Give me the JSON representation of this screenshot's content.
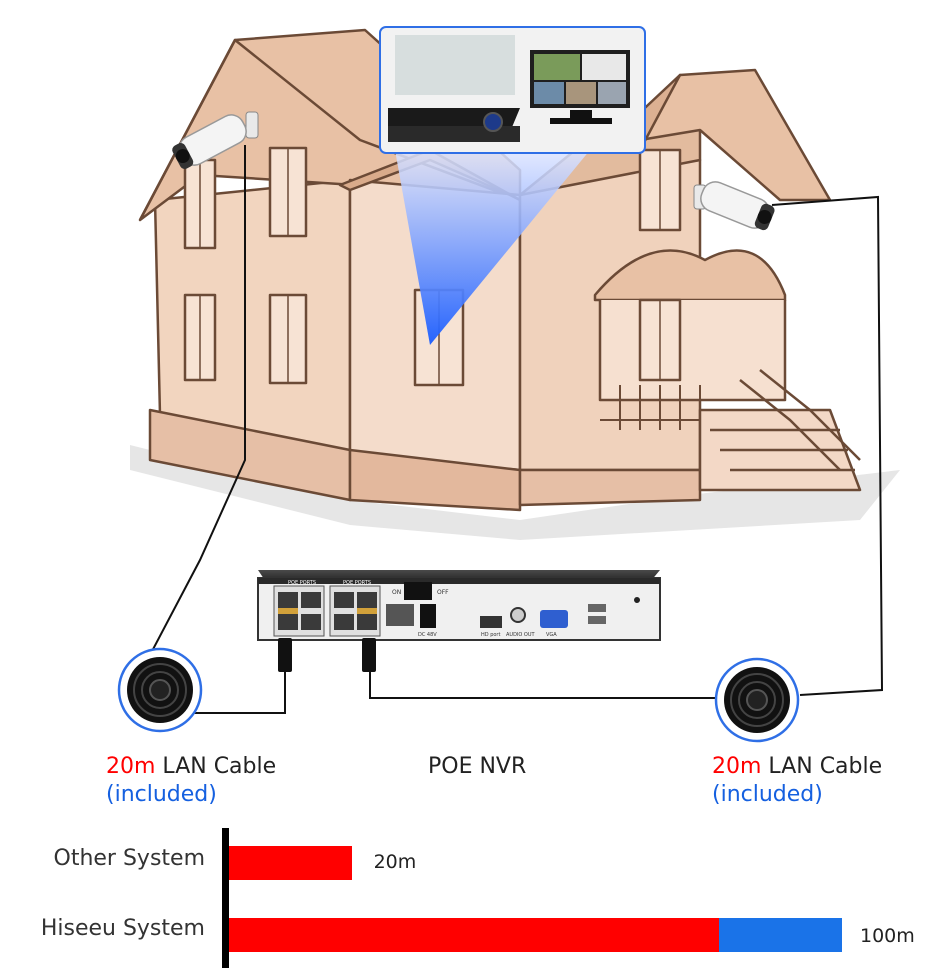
{
  "nvr_panel": {
    "poe_ports_label_1": "POE PORTS",
    "poe_ports_label_2": "POE PORTS",
    "on_label": "ON",
    "off_label": "OFF",
    "dc_label": "DC 48V",
    "hdmi_label": "HD port",
    "audio_label": "AUDIO OUT",
    "vga_label": "VGA"
  },
  "labels": {
    "left_cable": {
      "length": "20m",
      "text": " LAN Cable",
      "included": "(included)"
    },
    "center": "POE NVR",
    "right_cable": {
      "length": "20m",
      "text": " LAN Cable",
      "included": "(included)"
    }
  },
  "chart_data": {
    "type": "bar",
    "orientation": "horizontal",
    "categories": [
      "Other System",
      "Hiseeu System"
    ],
    "values": [
      20,
      100
    ],
    "value_labels": [
      "20m",
      "100m"
    ],
    "xlim": [
      0,
      100
    ],
    "segments_for_hiseeu": [
      {
        "value": 80,
        "color": "#ff0000"
      },
      {
        "value": 20,
        "color": "#1a73e8"
      }
    ],
    "bar_color": "#ff0000"
  },
  "colors": {
    "accent_red": "#ff0000",
    "accent_blue": "#1a73e8",
    "house_wall": "#f2d5bf",
    "house_roof": "#e8c1a5"
  }
}
